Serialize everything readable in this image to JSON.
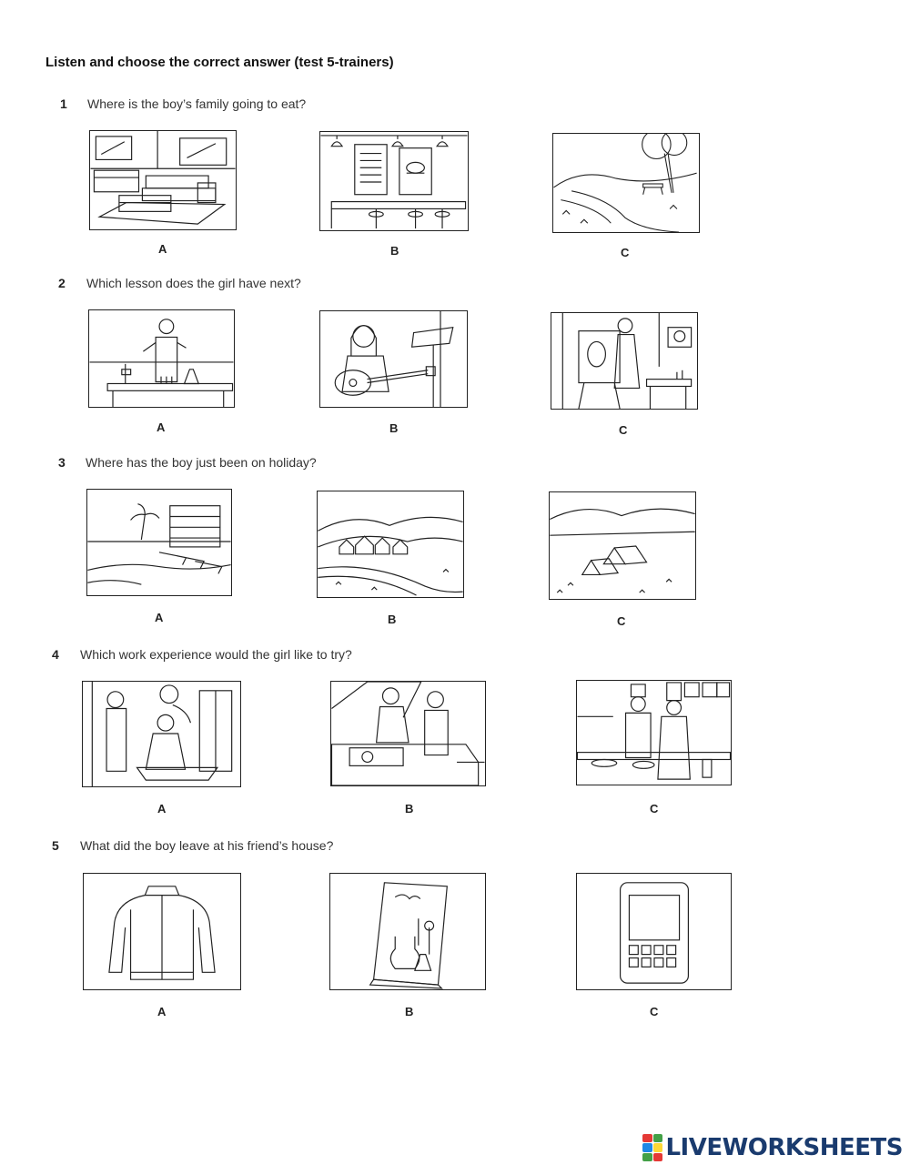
{
  "worksheet": {
    "title": "Listen and choose the correct answer (test 5-trainers)",
    "questions": [
      {
        "number": "1",
        "text": "Where is the boy’s family going to eat?",
        "options": [
          "A",
          "B",
          "C"
        ],
        "pictures": [
          "living-room",
          "fast-food-restaurant",
          "picnic-by-river"
        ]
      },
      {
        "number": "2",
        "text": "Which lesson does the girl have next?",
        "options": [
          "A",
          "B",
          "C"
        ],
        "pictures": [
          "science-lab",
          "guitar-music",
          "art-painting"
        ]
      },
      {
        "number": "3",
        "text": "Where has the boy just been on holiday?",
        "options": [
          "A",
          "B",
          "C"
        ],
        "pictures": [
          "beach-hotel",
          "countryside-village",
          "campsite-tents"
        ]
      },
      {
        "number": "4",
        "text": "Which work experience would the girl like to try?",
        "options": [
          "A",
          "B",
          "C"
        ],
        "pictures": [
          "hair-salon",
          "car-mechanic",
          "restaurant-kitchen"
        ]
      },
      {
        "number": "5",
        "text": "What did the boy leave at his friend’s house?",
        "options": [
          "A",
          "B",
          "C"
        ],
        "pictures": [
          "jacket",
          "science-book",
          "tablet"
        ]
      }
    ]
  },
  "brand": {
    "name": "LIVEWORKSHEETS",
    "colors": [
      "#e53935",
      "#43a047",
      "#1e88e5",
      "#fdd835"
    ]
  }
}
